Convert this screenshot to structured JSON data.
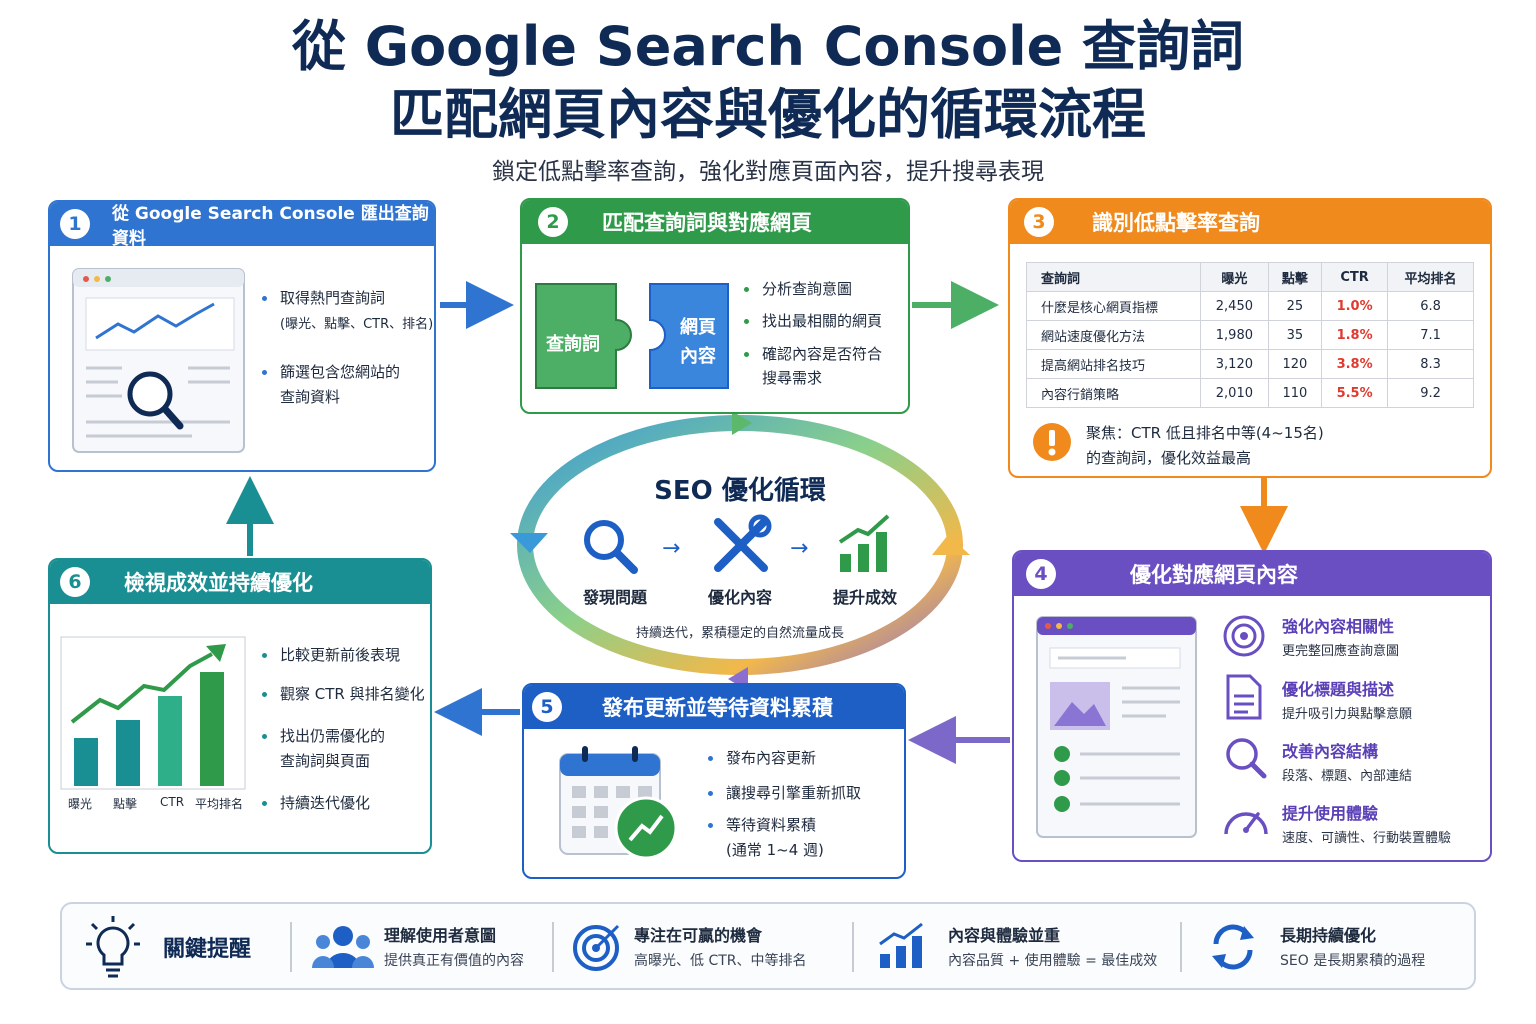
{
  "title_line1": "從 Google Search Console 查詢詞",
  "title_line2": "匹配網頁內容與優化的循環流程",
  "subtitle": "鎖定低點擊率查詢，強化對應頁面內容，提升搜尋表現",
  "colors": {
    "blue": "#2f74d0",
    "green": "#2f9a4a",
    "orange": "#f08a1c",
    "purple": "#6a4fc2",
    "navy": "#1d5fc4",
    "teal": "#1a8f93"
  },
  "step1": {
    "num": "1",
    "title": "從 Google Search Console 匯出查詢資料",
    "b1": "取得熱門查詢詞",
    "b1_sub": "(曝光、點擊、CTR、排名)",
    "b2": "篩選包含您網站的",
    "b2_cont": "查詢資料"
  },
  "step2": {
    "num": "2",
    "title": "匹配查詢詞與對應網頁",
    "piece_left": "查詢詞",
    "piece_right_1": "網頁",
    "piece_right_2": "內容",
    "b1": "分析查詢意圖",
    "b2": "找出最相關的網頁",
    "b3": "確認內容是否符合",
    "b3_cont": "搜尋需求"
  },
  "step3": {
    "num": "3",
    "title": "識別低點擊率查詢",
    "headers": [
      "查詢詞",
      "曝光",
      "點擊",
      "CTR",
      "平均排名"
    ],
    "rows": [
      [
        "什麼是核心網頁指標",
        "2,450",
        "25",
        "1.0%",
        "6.8"
      ],
      [
        "網站速度優化方法",
        "1,980",
        "35",
        "1.8%",
        "7.1"
      ],
      [
        "提高網站排名技巧",
        "3,120",
        "120",
        "3.8%",
        "8.3"
      ],
      [
        "內容行銷策略",
        "2,010",
        "110",
        "5.5%",
        "9.2"
      ]
    ],
    "note_1": "聚焦：CTR 低且排名中等(4~15名)",
    "note_2": "的查詢詞，優化效益最高"
  },
  "step4": {
    "num": "4",
    "title": "優化對應網頁內容",
    "f1_t": "強化內容相關性",
    "f1_d": "更完整回應查詢意圖",
    "f2_t": "優化標題與描述",
    "f2_d": "提升吸引力與點擊意願",
    "f3_t": "改善內容結構",
    "f3_d": "段落、標題、內部連結",
    "f4_t": "提升使用體驗",
    "f4_d": "速度、可讀性、行動裝置體驗"
  },
  "step5": {
    "num": "5",
    "title": "發布更新並等待資料累積",
    "b1": "發布內容更新",
    "b2": "讓搜尋引擎重新抓取",
    "b3": "等待資料累積",
    "b3_cont": "(通常 1~4 週)"
  },
  "step6": {
    "num": "6",
    "title": "檢視成效並持續優化",
    "b1": "比較更新前後表現",
    "b2": "觀察 CTR 與排名變化",
    "b3": "找出仍需優化的",
    "b3_cont": "查詢詞與頁面",
    "b4": "持續迭代優化",
    "chart_labels": [
      "曝光",
      "點擊",
      "CTR",
      "平均排名"
    ]
  },
  "cycle": {
    "title": "SEO 優化循環",
    "s1": "發現問題",
    "s2": "優化內容",
    "s3": "提升成效",
    "caption": "持續迭代，累積穩定的自然流量成長"
  },
  "tips": {
    "label": "關鍵提醒",
    "t1_t": "理解使用者意圖",
    "t1_d": "提供真正有價值的內容",
    "t2_t": "專注在可贏的機會",
    "t2_d": "高曝光、低 CTR、中等排名",
    "t3_t": "內容與體驗並重",
    "t3_d": "內容品質 + 使用體驗 = 最佳成效",
    "t4_t": "長期持續優化",
    "t4_d": "SEO 是長期累積的過程"
  },
  "icons": [
    "search-icon",
    "puzzle-icon",
    "warning-icon",
    "target-icon",
    "document-icon",
    "gauge-icon",
    "calendar-icon",
    "chart-icon",
    "tools-icon",
    "bulb-icon",
    "users-icon",
    "refresh-icon"
  ]
}
